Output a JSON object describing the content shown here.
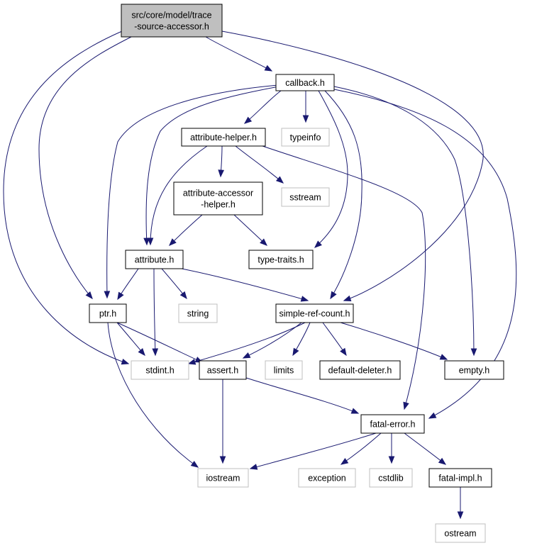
{
  "diagram": {
    "colors": {
      "edge": "#191970",
      "root_fill": "#bfbfbf",
      "local_border": "#000000",
      "system_border": "#bfbfbf",
      "background": "#ffffff"
    },
    "nodes": [
      {
        "id": "root",
        "lines": [
          "src/core/model/trace",
          "-source-accessor.h"
        ],
        "kind": "root"
      },
      {
        "id": "callback",
        "lines": [
          "callback.h"
        ],
        "kind": "local"
      },
      {
        "id": "attribute-helper",
        "lines": [
          "attribute-helper.h"
        ],
        "kind": "local"
      },
      {
        "id": "typeinfo",
        "lines": [
          "typeinfo"
        ],
        "kind": "system"
      },
      {
        "id": "attribute-accessor-helper",
        "lines": [
          "attribute-accessor",
          "-helper.h"
        ],
        "kind": "local"
      },
      {
        "id": "sstream",
        "lines": [
          "sstream"
        ],
        "kind": "system"
      },
      {
        "id": "attribute",
        "lines": [
          "attribute.h"
        ],
        "kind": "local"
      },
      {
        "id": "type-traits",
        "lines": [
          "type-traits.h"
        ],
        "kind": "local"
      },
      {
        "id": "ptr",
        "lines": [
          "ptr.h"
        ],
        "kind": "local"
      },
      {
        "id": "string",
        "lines": [
          "string"
        ],
        "kind": "system"
      },
      {
        "id": "simple-ref-count",
        "lines": [
          "simple-ref-count.h"
        ],
        "kind": "local"
      },
      {
        "id": "stdint",
        "lines": [
          "stdint.h"
        ],
        "kind": "system"
      },
      {
        "id": "assert",
        "lines": [
          "assert.h"
        ],
        "kind": "local"
      },
      {
        "id": "limits",
        "lines": [
          "limits"
        ],
        "kind": "system"
      },
      {
        "id": "default-deleter",
        "lines": [
          "default-deleter.h"
        ],
        "kind": "local"
      },
      {
        "id": "empty",
        "lines": [
          "empty.h"
        ],
        "kind": "local"
      },
      {
        "id": "fatal-error",
        "lines": [
          "fatal-error.h"
        ],
        "kind": "local"
      },
      {
        "id": "iostream",
        "lines": [
          "iostream"
        ],
        "kind": "system"
      },
      {
        "id": "exception",
        "lines": [
          "exception"
        ],
        "kind": "system"
      },
      {
        "id": "cstdlib",
        "lines": [
          "cstdlib"
        ],
        "kind": "system"
      },
      {
        "id": "fatal-impl",
        "lines": [
          "fatal-impl.h"
        ],
        "kind": "local"
      },
      {
        "id": "ostream",
        "lines": [
          "ostream"
        ],
        "kind": "system"
      }
    ],
    "edges": [
      {
        "from": "root",
        "to": "callback"
      },
      {
        "from": "root",
        "to": "ptr"
      },
      {
        "from": "root",
        "to": "stdint"
      },
      {
        "from": "root",
        "to": "simple-ref-count"
      },
      {
        "from": "callback",
        "to": "attribute-helper"
      },
      {
        "from": "callback",
        "to": "typeinfo"
      },
      {
        "from": "callback",
        "to": "attribute"
      },
      {
        "from": "callback",
        "to": "ptr"
      },
      {
        "from": "callback",
        "to": "type-traits"
      },
      {
        "from": "callback",
        "to": "simple-ref-count"
      },
      {
        "from": "callback",
        "to": "empty"
      },
      {
        "from": "callback",
        "to": "fatal-error"
      },
      {
        "from": "attribute-helper",
        "to": "attribute-accessor-helper"
      },
      {
        "from": "attribute-helper",
        "to": "sstream"
      },
      {
        "from": "attribute-helper",
        "to": "attribute"
      },
      {
        "from": "attribute-helper",
        "to": "fatal-error"
      },
      {
        "from": "attribute-accessor-helper",
        "to": "attribute"
      },
      {
        "from": "attribute-accessor-helper",
        "to": "type-traits"
      },
      {
        "from": "attribute",
        "to": "ptr"
      },
      {
        "from": "attribute",
        "to": "string"
      },
      {
        "from": "attribute",
        "to": "simple-ref-count"
      },
      {
        "from": "attribute",
        "to": "stdint"
      },
      {
        "from": "ptr",
        "to": "stdint"
      },
      {
        "from": "ptr",
        "to": "assert"
      },
      {
        "from": "ptr",
        "to": "iostream"
      },
      {
        "from": "simple-ref-count",
        "to": "stdint"
      },
      {
        "from": "simple-ref-count",
        "to": "assert"
      },
      {
        "from": "simple-ref-count",
        "to": "limits"
      },
      {
        "from": "simple-ref-count",
        "to": "default-deleter"
      },
      {
        "from": "simple-ref-count",
        "to": "empty"
      },
      {
        "from": "assert",
        "to": "iostream"
      },
      {
        "from": "assert",
        "to": "fatal-error"
      },
      {
        "from": "fatal-error",
        "to": "iostream"
      },
      {
        "from": "fatal-error",
        "to": "exception"
      },
      {
        "from": "fatal-error",
        "to": "cstdlib"
      },
      {
        "from": "fatal-error",
        "to": "fatal-impl"
      },
      {
        "from": "fatal-impl",
        "to": "ostream"
      }
    ]
  }
}
